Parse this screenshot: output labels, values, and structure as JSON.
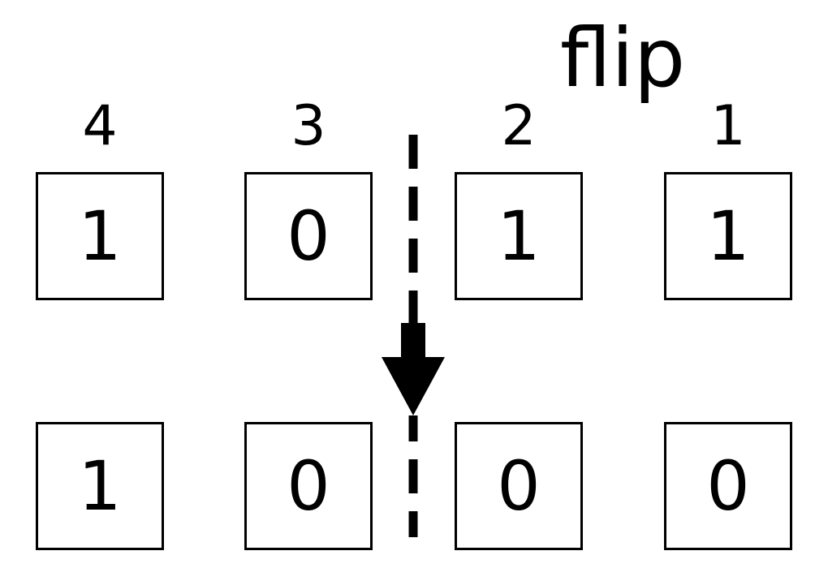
{
  "title": "flip",
  "positions": [
    "4",
    "3",
    "2",
    "1"
  ],
  "top_row": [
    "1",
    "0",
    "1",
    "1"
  ],
  "bottom_row": [
    "1",
    "0",
    "0",
    "0"
  ],
  "colors": {
    "stroke": "#000000",
    "background": "#ffffff"
  }
}
